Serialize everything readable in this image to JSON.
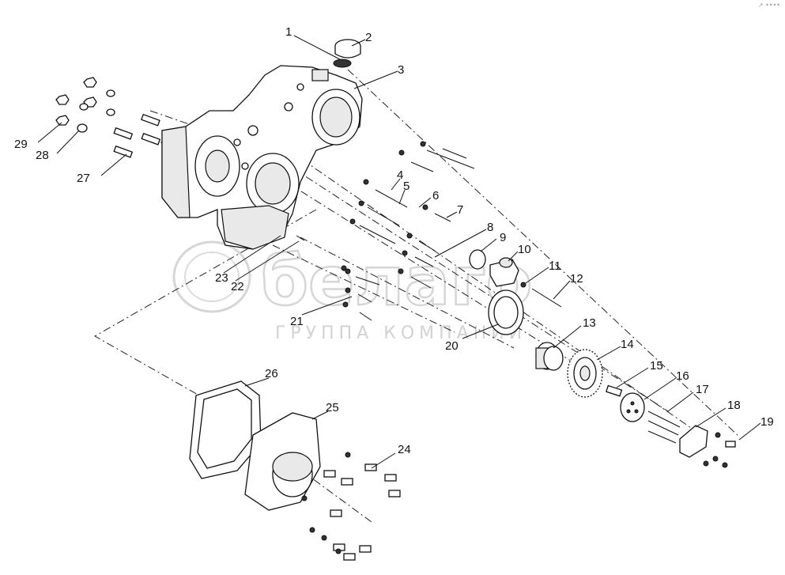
{
  "watermark": {
    "brand": "белаго",
    "subtitle": "ГРУППА КОМПАНИЙ"
  },
  "corner_mark": "↗ ••••",
  "callouts": [
    {
      "id": "1",
      "text": "1"
    },
    {
      "id": "2",
      "text": "2"
    },
    {
      "id": "3",
      "text": "3"
    },
    {
      "id": "4",
      "text": "4"
    },
    {
      "id": "5",
      "text": "5"
    },
    {
      "id": "6",
      "text": "6"
    },
    {
      "id": "7",
      "text": "7"
    },
    {
      "id": "8",
      "text": "8"
    },
    {
      "id": "9",
      "text": "9"
    },
    {
      "id": "10",
      "text": "10"
    },
    {
      "id": "11",
      "text": "11"
    },
    {
      "id": "12",
      "text": "12"
    },
    {
      "id": "13",
      "text": "13"
    },
    {
      "id": "14",
      "text": "14"
    },
    {
      "id": "15",
      "text": "15"
    },
    {
      "id": "16",
      "text": "16"
    },
    {
      "id": "17",
      "text": "17"
    },
    {
      "id": "18",
      "text": "18"
    },
    {
      "id": "19",
      "text": "19"
    },
    {
      "id": "20",
      "text": "20"
    },
    {
      "id": "21",
      "text": "21"
    },
    {
      "id": "22",
      "text": "22"
    },
    {
      "id": "23",
      "text": "23"
    },
    {
      "id": "24",
      "text": "24"
    },
    {
      "id": "25",
      "text": "25"
    },
    {
      "id": "26",
      "text": "26"
    },
    {
      "id": "27",
      "text": "27"
    },
    {
      "id": "28",
      "text": "28"
    },
    {
      "id": "29",
      "text": "29"
    }
  ]
}
